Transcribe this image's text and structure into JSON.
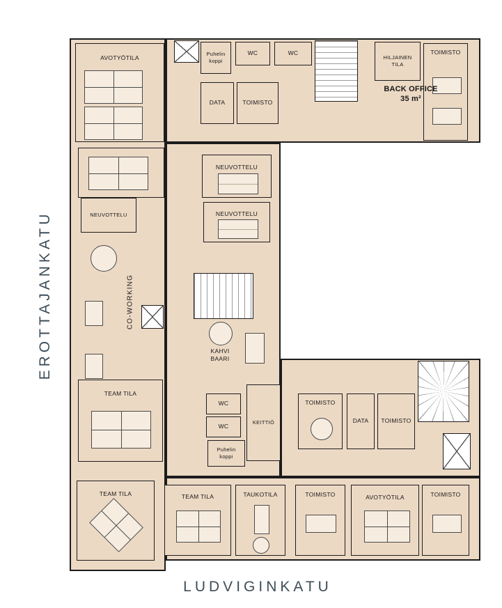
{
  "colors": {
    "room_fill": "#ecd9c4",
    "wall": "#1c1c1c",
    "street_label": "#3d4d59",
    "background": "#ffffff"
  },
  "streets": {
    "left": "EROTTAJANKATU",
    "bottom": "LUDVIGINKATU"
  },
  "rooms": {
    "avotyotila_top": "AVOTYÖTILA",
    "puhelin_koppi_top": "Puhelin\nkoppi",
    "wc_top_1": "WC",
    "wc_top_2": "WC",
    "data_top": "DATA",
    "toimisto_top": "TOIMISTO",
    "hiljainen_tila": "HILJAINEN\nTILA",
    "back_office": "BACK OFFICE\n35 m²",
    "toimisto_top_right": "TOIMISTO",
    "neuvottelu_1": "NEUVOTTELU",
    "neuvottelu_2": "NEUVOTTELU",
    "neuvottelu_left": "NEUVOTTELU",
    "co_working": "CO-WORKING",
    "kahvi_baari": "KAHVI\nBAARI",
    "team_tila_mid": "TEAM TILA",
    "wc_mid_1": "WC",
    "wc_mid_2": "WC",
    "puhelin_koppi_mid": "Puhelin\nkoppi",
    "keittio": "KEITTIÖ",
    "toimisto_row_1": "TOIMISTO",
    "data_row": "DATA",
    "toimisto_row_2": "TOIMISTO",
    "team_tila_bottom_1": "TEAM TILA",
    "team_tila_bottom_2": "TEAM TILA",
    "taukotila": "TAUKOTILA",
    "toimisto_bottom_1": "TOIMISTO",
    "avotyotila_bottom": "AVOTYÖTILA",
    "toimisto_bottom_2": "TOIMISTO"
  }
}
